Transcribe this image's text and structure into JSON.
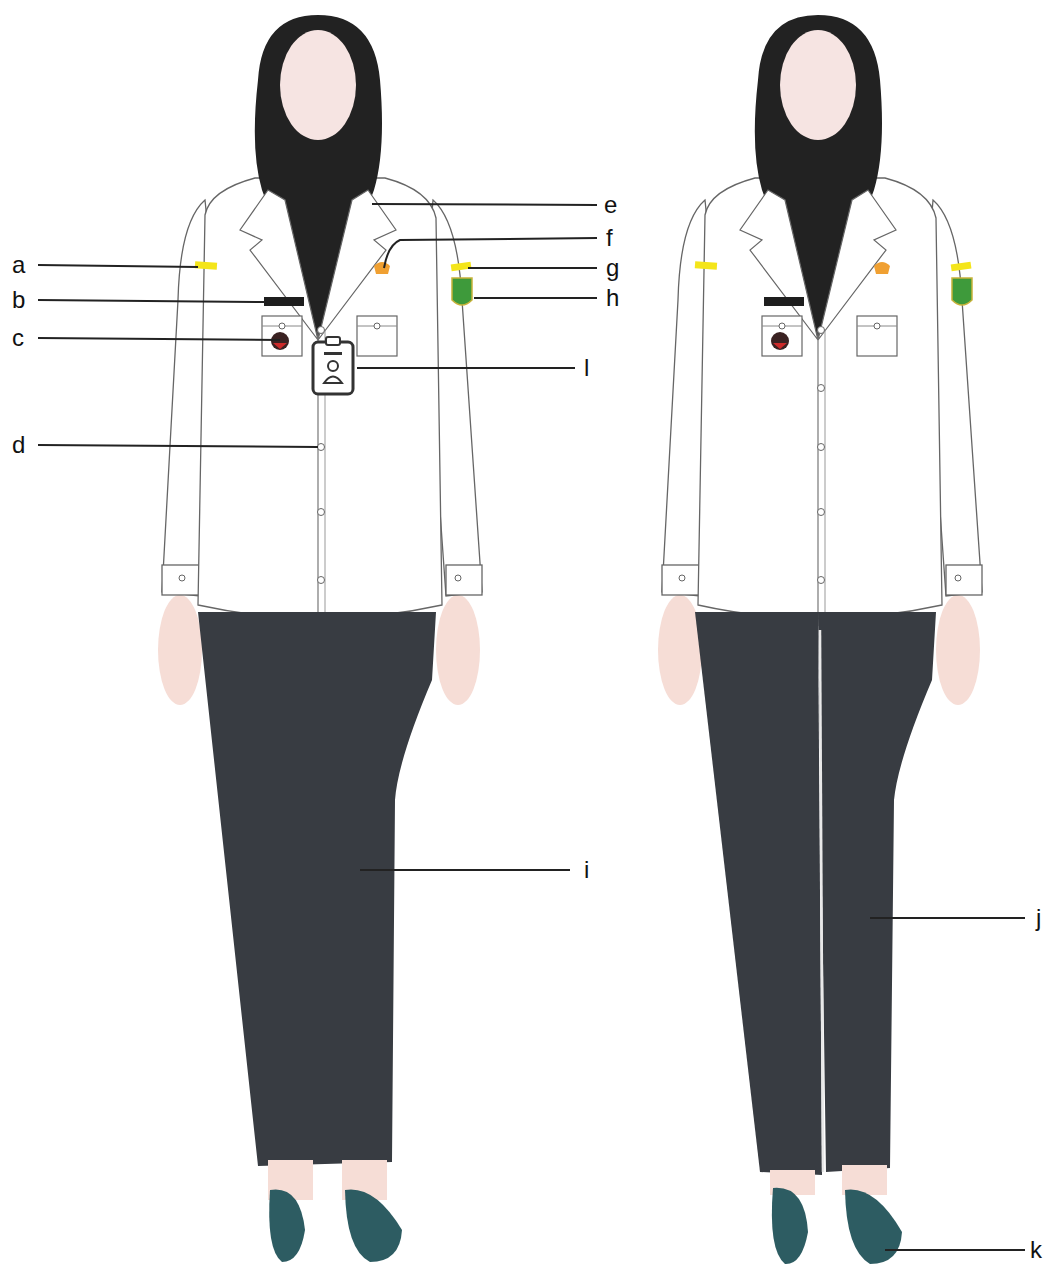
{
  "diagram": {
    "labels": [
      "a",
      "b",
      "c",
      "d",
      "e",
      "f",
      "g",
      "h",
      "l",
      "i",
      "j",
      "k"
    ]
  }
}
